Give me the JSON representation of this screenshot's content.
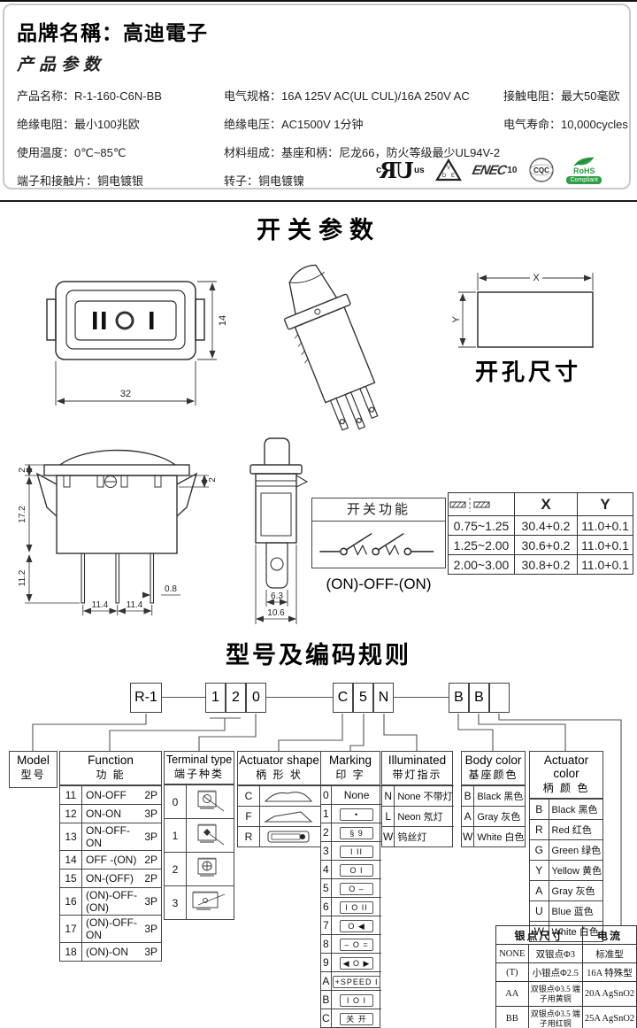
{
  "page": {
    "accent": "#222222",
    "green": "#2e9e46"
  },
  "header": {
    "brand_line": "品牌名稱：高迪電子",
    "section_title": "产品参数",
    "specs": [
      [
        {
          "label": "产品名称",
          "value": "R-1-160-C6N-BB"
        },
        {
          "label": "电气规格",
          "value": "16A 125V AC(UL CUL)/16A 250V AC"
        },
        {
          "label": "接触电阻",
          "value": "最大50毫欧"
        }
      ],
      [
        {
          "label": "绝缘电阻",
          "value": "最小100兆欧"
        },
        {
          "label": "绝缘电压",
          "value": "AC1500V 1分钟"
        },
        {
          "label": "电气寿命",
          "value": "10,000cycles"
        }
      ],
      [
        {
          "label": "使用温度",
          "value": "0℃~85℃"
        },
        {
          "label": "材料组成",
          "value": "基座和柄：尼龙66，防火等级最少UL94V-2"
        }
      ],
      [
        {
          "label": "端子和接触片",
          "value": "铜电镀银"
        },
        {
          "label": "转子",
          "value": "铜电镀镍"
        }
      ]
    ],
    "certs": {
      "ul_c": "c",
      "ul_mark": "UR",
      "ul_us": "us",
      "vde": [
        "D",
        "V",
        "E"
      ],
      "enec": "ENEC",
      "enec_num": "10",
      "cqc": "CQC",
      "rohs": "RoHS",
      "rohs_sub": "Compliant"
    }
  },
  "switch_section": {
    "title": "开关参数",
    "top_view": {
      "width": "32",
      "height": "14"
    },
    "cutout": {
      "x": "X",
      "y": "Y",
      "caption": "开孔尺寸"
    },
    "front_view": {
      "flange": "2",
      "body_height": "17.2",
      "pin_length": "11.2",
      "pitch1": "11.4",
      "pitch2": "11.4",
      "pin_thickness": "0.8",
      "right_gap": "2"
    },
    "side_view": {
      "pin_width": "6.3",
      "body_width": "10.6"
    },
    "function_box": {
      "title": "开关功能",
      "caption": "(ON)-OFF-(ON)"
    },
    "panel_table": {
      "col_x": "X",
      "col_y": "Y",
      "rows": [
        [
          "0.75~1.25",
          "30.4+0.2",
          "11.0+0.1"
        ],
        [
          "1.25~2.00",
          "30.6+0.2",
          "11.0+0.1"
        ],
        [
          "2.00~3.00",
          "30.8+0.2",
          "11.0+0.1"
        ]
      ]
    }
  },
  "coding": {
    "title": "型号及编码规则",
    "code_groups": [
      [
        "R-1"
      ],
      [
        "1",
        "2",
        "0"
      ],
      [
        "C",
        "5",
        "N"
      ],
      [
        "B",
        "B",
        ""
      ]
    ],
    "model": {
      "en": "Model",
      "cn": "型号"
    },
    "function": {
      "en": "Function",
      "cn": "功  能",
      "rows": [
        [
          "11",
          "ON-OFF",
          "2P"
        ],
        [
          "12",
          "ON-ON",
          "3P"
        ],
        [
          "13",
          "ON-OFF-ON",
          "3P"
        ],
        [
          "14",
          "OFF -(ON)",
          "2P"
        ],
        [
          "15",
          "ON-(OFF)",
          "2P"
        ],
        [
          "16",
          "(ON)-OFF-(ON)",
          "3P"
        ],
        [
          "17",
          "(ON)-OFF-ON",
          "3P"
        ],
        [
          "18",
          "(ON)-ON",
          "3P"
        ]
      ]
    },
    "terminal": {
      "en": "Terminal type",
      "cn": "端子种类",
      "rows": [
        "0",
        "1",
        "2",
        "3"
      ]
    },
    "actuator_shape": {
      "en": "Actuator shape",
      "cn": "柄 形 状",
      "rows": [
        "C",
        "F",
        "R"
      ]
    },
    "marking": {
      "en": "Marking",
      "cn": "印  字",
      "rows": [
        {
          "code": "0",
          "symbol": "None",
          "boxed": false
        },
        {
          "code": "1",
          "symbol": "•",
          "boxed": true
        },
        {
          "code": "2",
          "symbol": "§ 9",
          "boxed": true
        },
        {
          "code": "3",
          "symbol": "I II",
          "boxed": true
        },
        {
          "code": "4",
          "symbol": "O I",
          "boxed": true
        },
        {
          "code": "5",
          "symbol": "O –",
          "boxed": true
        },
        {
          "code": "6",
          "symbol": "I O II",
          "boxed": true
        },
        {
          "code": "7",
          "symbol": "O ◀",
          "boxed": true
        },
        {
          "code": "8",
          "symbol": "– O =",
          "boxed": true
        },
        {
          "code": "9",
          "symbol": "◀ O ▶",
          "boxed": true
        },
        {
          "code": "A",
          "symbol": "+SPEED I",
          "boxed": true
        },
        {
          "code": "B",
          "symbol": "I O I",
          "boxed": true
        },
        {
          "code": "C",
          "symbol": "关 开",
          "boxed": true
        }
      ]
    },
    "illuminated": {
      "en": "Illuminated",
      "cn": "带灯指示",
      "rows": [
        {
          "code": "N",
          "text": "None 不带灯"
        },
        {
          "code": "L",
          "text": "Neon 氖灯"
        },
        {
          "code": "W",
          "text": "钨丝灯"
        }
      ]
    },
    "body_color": {
      "en": "Body color",
      "cn": "基座颜色",
      "rows": [
        {
          "code": "B",
          "text": "Black 黑色"
        },
        {
          "code": "A",
          "text": "Gray 灰色"
        },
        {
          "code": "W",
          "text": "White 白色"
        }
      ]
    },
    "actuator_color": {
      "en": "Actuator color",
      "cn": "柄 颜 色",
      "rows": [
        {
          "code": "B",
          "text": "Black 黑色"
        },
        {
          "code": "R",
          "text": "Red 红色"
        },
        {
          "code": "G",
          "text": "Green 绿色"
        },
        {
          "code": "Y",
          "text": "Yellow 黄色"
        },
        {
          "code": "A",
          "text": "Gray 灰色"
        },
        {
          "code": "U",
          "text": "Blue 蓝色"
        },
        {
          "code": "W",
          "text": "White 白色"
        }
      ]
    },
    "silver": {
      "headers": [
        "银点尺寸",
        "电流"
      ],
      "rows": [
        [
          "NONE",
          "双银点Φ3",
          "标准型"
        ],
        [
          "(T)",
          "小银点Φ2.5",
          "16A 特殊型"
        ],
        [
          "AA",
          "双银点Φ3.5 端子用黄铜",
          "20A AgSnO2"
        ],
        [
          "BB",
          "双银点Φ3.5 端子用红铜",
          "25A AgSnO2"
        ]
      ]
    }
  }
}
